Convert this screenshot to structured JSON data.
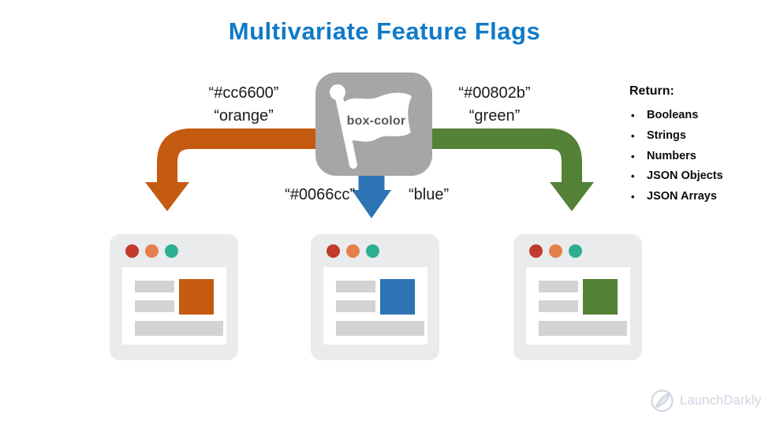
{
  "title": "Multivariate Feature Flags",
  "flag_box": {
    "label": "box-color",
    "background": "#a6a6a6",
    "icon": "flag-icon"
  },
  "variations": [
    {
      "id": "orange",
      "hex_label": "“#cc6600”",
      "name_label": "“orange”",
      "arrow_color": "#c55a11"
    },
    {
      "id": "blue",
      "hex_label": "“#0066cc”",
      "name_label": "“blue”",
      "arrow_color": "#2e74b5"
    },
    {
      "id": "green",
      "hex_label": "“#00802b”",
      "name_label": "“green”",
      "arrow_color": "#538135"
    }
  ],
  "return_panel": {
    "heading": "Return:",
    "items": [
      "Booleans",
      "Strings",
      "Numbers",
      "JSON Objects",
      "JSON Arrays"
    ]
  },
  "browser_windows": [
    {
      "position": "left",
      "square_color": "#c55a11"
    },
    {
      "position": "center",
      "square_color": "#2e74b5"
    },
    {
      "position": "right",
      "square_color": "#538135"
    }
  ],
  "window_dot_colors": [
    "#c13a2b",
    "#e5804c",
    "#2dae91"
  ],
  "watermark": {
    "brand": "LaunchDarkly",
    "icon": "launchdarkly-rocket-icon",
    "color": "#cfd4e1"
  },
  "colors": {
    "title": "#0f7ac9",
    "label_text": "#1b1b1b",
    "flag_text": "#595959",
    "window_chrome": "#e9ebec",
    "placeholder_bar": "#d1d3d5"
  }
}
